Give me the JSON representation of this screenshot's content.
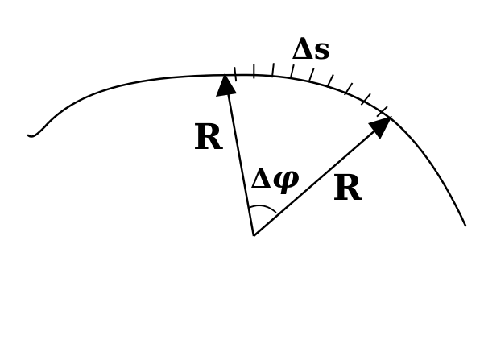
{
  "labels": {
    "arc_length": "Δs",
    "radius_left": "R",
    "radius_right": "R",
    "angle_delta": "Δ",
    "angle_phi": "φ"
  },
  "colors": {
    "stroke": "#000000",
    "background": "#ffffff"
  },
  "tick_count": 9
}
